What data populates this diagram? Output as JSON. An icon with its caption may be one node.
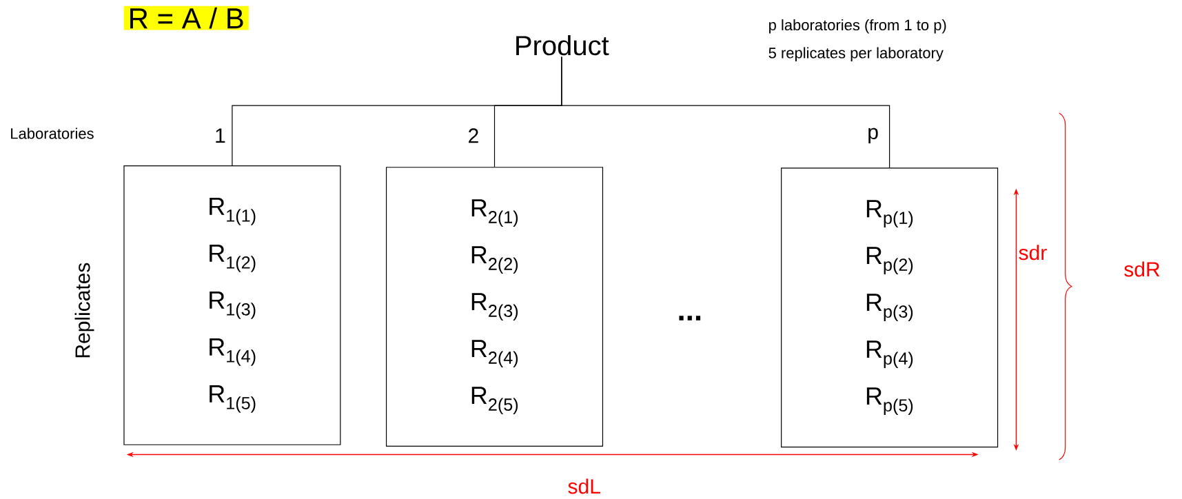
{
  "diagram": {
    "title": "R = A / B",
    "nodes": [
      {
        "text": [
          "Product"
        ]
      },
      {
        "text": [
          "R$_{1(1)}$",
          "R$_{1(2)}$",
          "R$_{1(3)}$",
          "R$_{1(4)}$",
          "R$_{1(5)}$"
        ],
        "beside": [
          "1"
        ]
      },
      {
        "text": [
          "R$_{2(1)}$",
          "R$_{2(2)}$",
          "R$_{2(3)}$",
          "R$_{2(4)}$",
          "R$_{2(5)}$"
        ],
        "beside": [
          "2"
        ]
      },
      {
        "text": [
          "R$_{p(1)}$",
          "R$_{p(2)}$",
          "R$_{p(3)}$",
          "R$_{p(4)}$",
          "R$_{p(5)}$"
        ],
        "beside": [
          "p"
        ]
      }
    ],
    "edges": [
      {
        "from": 0,
        "to": 1,
        "arrow": "none"
      },
      {
        "from": 0,
        "to": 2,
        "arrow": "none"
      },
      {
        "from": 0,
        "to": 3,
        "arrow": "none"
      }
    ],
    "labels": [
      "p laboratories (from 1 to p)",
      "5 replicates per laboratory",
      "Laboratories",
      "Replicates",
      "...",
      "sdr",
      "sdR",
      "sdL"
    ]
  }
}
